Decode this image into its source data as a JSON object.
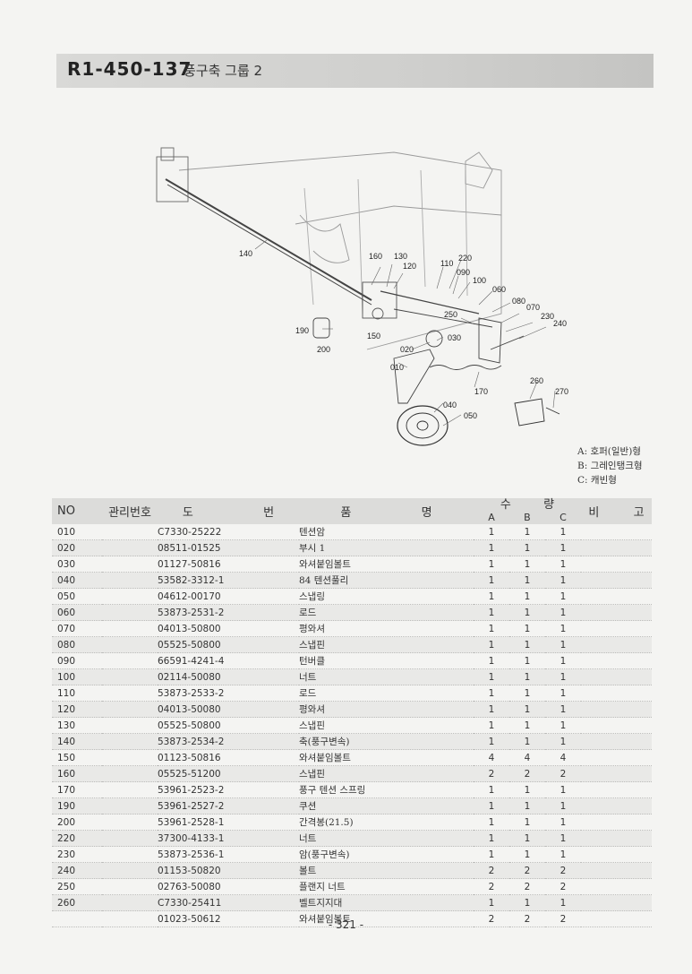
{
  "header": {
    "code": "R1-450-137",
    "title": "풍구축 그룹 2"
  },
  "diagram": {
    "callouts": [
      "140",
      "160",
      "130",
      "120",
      "110",
      "220",
      "090",
      "100",
      "060",
      "080",
      "070",
      "230",
      "240",
      "250",
      "030",
      "190",
      "200",
      "150",
      "020",
      "010",
      "170",
      "260",
      "270",
      "040",
      "050"
    ]
  },
  "legend": {
    "a": "A: 호퍼(일반)형",
    "b": "B: 그레인탱크형",
    "c": "C: 캐빈형"
  },
  "table": {
    "headers": {
      "no": "NO",
      "mgmt": "관리번호",
      "drawing_1": "도",
      "drawing_2": "번",
      "name_1": "품",
      "name_2": "명",
      "qty_1": "수",
      "qty_2": "량",
      "qa": "A",
      "qb": "B",
      "qc": "C",
      "note_1": "비",
      "note_2": "고"
    },
    "rows": [
      {
        "no": "010",
        "drawing": "C7330-25222",
        "name": "텐션암",
        "a": "1",
        "b": "1",
        "c": "1"
      },
      {
        "no": "020",
        "drawing": "08511-01525",
        "name": "부시 1",
        "a": "1",
        "b": "1",
        "c": "1"
      },
      {
        "no": "030",
        "drawing": "01127-50816",
        "name": "와셔붙임볼트",
        "a": "1",
        "b": "1",
        "c": "1"
      },
      {
        "no": "040",
        "drawing": "53582-3312-1",
        "name": "84 텐션풀리",
        "a": "1",
        "b": "1",
        "c": "1"
      },
      {
        "no": "050",
        "drawing": "04612-00170",
        "name": "스냅링",
        "a": "1",
        "b": "1",
        "c": "1"
      },
      {
        "no": "060",
        "drawing": "53873-2531-2",
        "name": "로드",
        "a": "1",
        "b": "1",
        "c": "1"
      },
      {
        "no": "070",
        "drawing": "04013-50800",
        "name": "평와셔",
        "a": "1",
        "b": "1",
        "c": "1"
      },
      {
        "no": "080",
        "drawing": "05525-50800",
        "name": "스냅핀",
        "a": "1",
        "b": "1",
        "c": "1"
      },
      {
        "no": "090",
        "drawing": "66591-4241-4",
        "name": "턴버클",
        "a": "1",
        "b": "1",
        "c": "1"
      },
      {
        "no": "100",
        "drawing": "02114-50080",
        "name": "너트",
        "a": "1",
        "b": "1",
        "c": "1"
      },
      {
        "no": "110",
        "drawing": "53873-2533-2",
        "name": "로드",
        "a": "1",
        "b": "1",
        "c": "1"
      },
      {
        "no": "120",
        "drawing": "04013-50080",
        "name": "평와셔",
        "a": "1",
        "b": "1",
        "c": "1"
      },
      {
        "no": "130",
        "drawing": "05525-50800",
        "name": "스냅핀",
        "a": "1",
        "b": "1",
        "c": "1"
      },
      {
        "no": "140",
        "drawing": "53873-2534-2",
        "name": "축(풍구변속)",
        "a": "1",
        "b": "1",
        "c": "1"
      },
      {
        "no": "150",
        "drawing": "01123-50816",
        "name": "와셔붙임볼트",
        "a": "4",
        "b": "4",
        "c": "4"
      },
      {
        "no": "160",
        "drawing": "05525-51200",
        "name": "스냅핀",
        "a": "2",
        "b": "2",
        "c": "2"
      },
      {
        "no": "170",
        "drawing": "53961-2523-2",
        "name": "풍구 텐션 스프링",
        "a": "1",
        "b": "1",
        "c": "1"
      },
      {
        "no": "190",
        "drawing": "53961-2527-2",
        "name": "쿠션",
        "a": "1",
        "b": "1",
        "c": "1"
      },
      {
        "no": "200",
        "drawing": "53961-2528-1",
        "name": "간격봉(21.5)",
        "a": "1",
        "b": "1",
        "c": "1"
      },
      {
        "no": "220",
        "drawing": "37300-4133-1",
        "name": "너트",
        "a": "1",
        "b": "1",
        "c": "1"
      },
      {
        "no": "230",
        "drawing": "53873-2536-1",
        "name": "암(풍구변속)",
        "a": "1",
        "b": "1",
        "c": "1"
      },
      {
        "no": "240",
        "drawing": "01153-50820",
        "name": "볼트",
        "a": "2",
        "b": "2",
        "c": "2"
      },
      {
        "no": "250",
        "drawing": "02763-50080",
        "name": "플랜지 너트",
        "a": "2",
        "b": "2",
        "c": "2"
      },
      {
        "no": "260",
        "drawing": "C7330-25411",
        "name": "벨트지지대",
        "a": "1",
        "b": "1",
        "c": "1"
      },
      {
        "no": "",
        "drawing": "01023-50612",
        "name": "와셔붙임볼트",
        "a": "2",
        "b": "2",
        "c": "2"
      }
    ]
  },
  "footer": {
    "page": "- 321 -"
  }
}
